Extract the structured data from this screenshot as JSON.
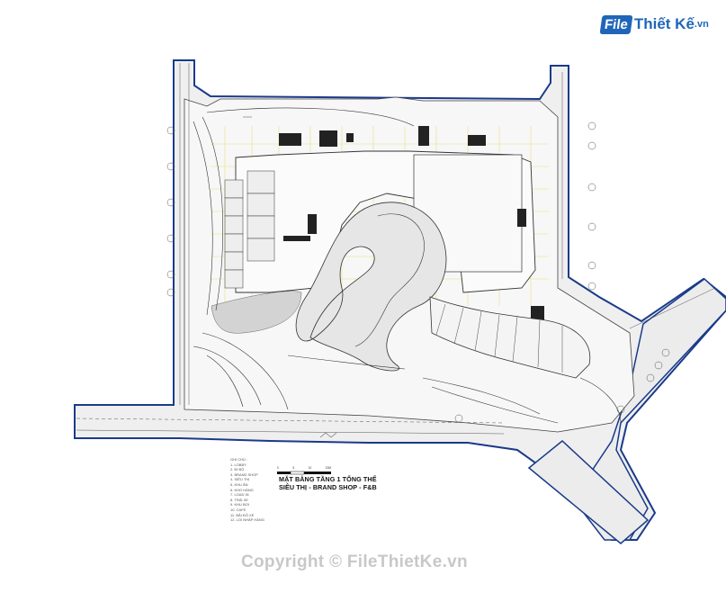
{
  "logo": {
    "brand_box": "File",
    "brand_text": "Thiết Kế",
    "brand_suffix": ".vn"
  },
  "legend": {
    "items": [
      "GHI CHÚ :",
      "1. LOBBY",
      "2. ĐI BỘ",
      "3. BRAND SHOP",
      "4. SIÊU THỊ",
      "5. KHU ĂN",
      "6. KHO HÀNG",
      "7. LOAD IN",
      "8. TRẢI XE",
      "9. KHU BƠI",
      "10. CAFE",
      "11. BÃI ĐỖ XE",
      "12. LỐI NHẬP HÀNG"
    ]
  },
  "scale_bar": {
    "labels": [
      "0",
      "5",
      "10",
      "20M"
    ]
  },
  "title": {
    "line1": "MẶT BẰNG TẦNG 1 TỔNG THỂ",
    "line2": "SIÊU THỊ - BRAND SHOP - F&B"
  },
  "copyright": "Copyright © FileThietKe.vn",
  "colors": {
    "road_outline": "#1a3a8a",
    "road_fill": "#ececec",
    "building_fill": "#dcdcdc",
    "grid": "#e8e27a",
    "line": "#333333"
  }
}
